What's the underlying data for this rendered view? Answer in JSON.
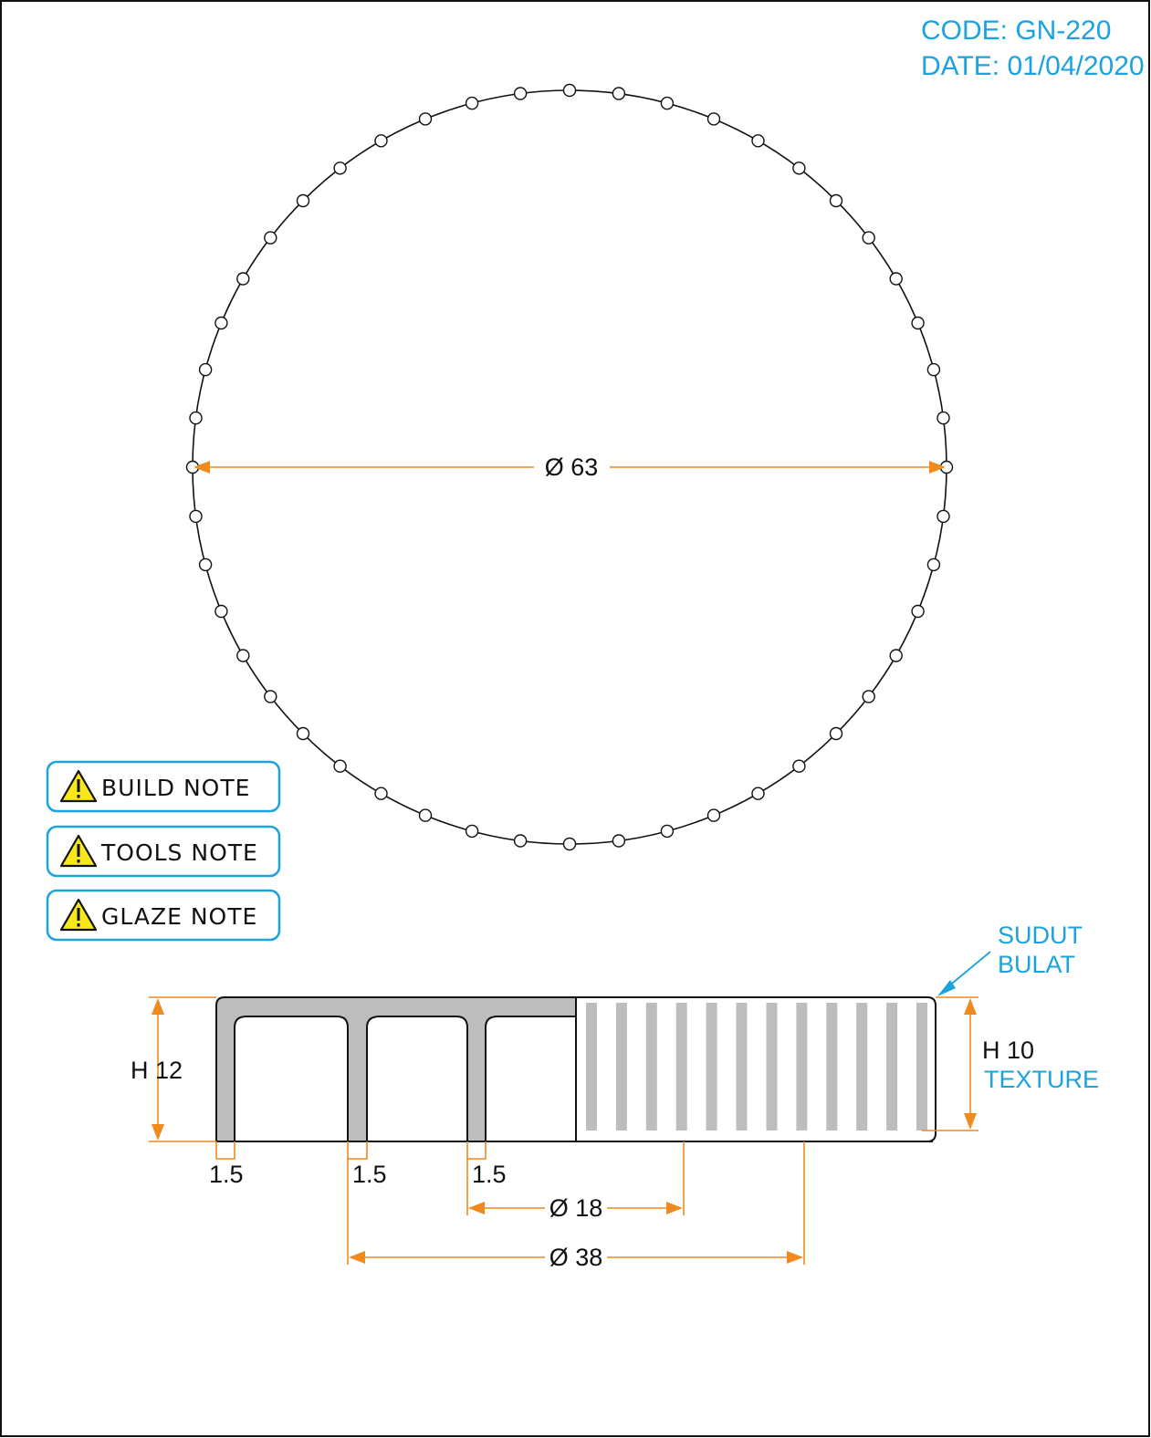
{
  "header": {
    "code": "CODE: GN-220",
    "date": "DATE: 01/04/2020"
  },
  "notes": [
    {
      "label": "BUILD NOTE",
      "icon": "warning-icon"
    },
    {
      "label": "TOOLS NOTE",
      "icon": "warning-icon"
    },
    {
      "label": "GLAZE NOTE",
      "icon": "warning-icon"
    }
  ],
  "top_view": {
    "diameter_label": "Ø 63",
    "scallop_count": 48
  },
  "side_view": {
    "height_label": "H 12",
    "wall_labels": [
      "1.5",
      "1.5",
      "1.5"
    ],
    "inner_diameter_label": "Ø 18",
    "foot_diameter_label": "Ø 38",
    "texture_height_label": "H 10",
    "texture_label": "TEXTURE",
    "corner_note_line1": "SUDUT",
    "corner_note_line2": "BULAT",
    "rib_count": 12
  },
  "colors": {
    "dimension": "#ee8a1e",
    "annotation": "#1aa3dd",
    "wall_fill": "#bdbdbd",
    "outline": "#111111"
  }
}
